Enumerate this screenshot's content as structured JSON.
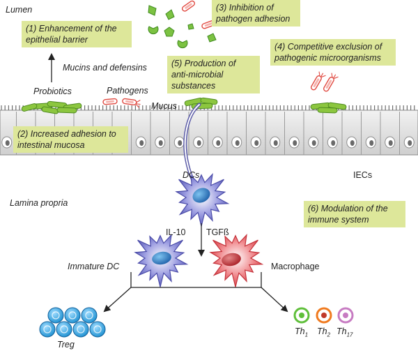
{
  "labels": {
    "lumen": "Lumen",
    "lamina_propria": "Lamina propria",
    "mucins_defensins": "Mucins and defensins",
    "probiotics": "Probiotics",
    "pathogens": "Pathogens",
    "mucus": "Mucus",
    "dcs": "DCs",
    "iecs": "IECs",
    "il10": "IL-10",
    "tgfb": "TGFß",
    "immature_dc": "Immature DC",
    "macrophage": "Macrophage",
    "treg": "Treg",
    "th1": "Th",
    "th1_sub": "1",
    "th2": "Th",
    "th2_sub": "2",
    "th17": "Th",
    "th17_sub": "17"
  },
  "mechanisms": {
    "m1": [
      "(1) Enhancement of the",
      "epithelial barrier"
    ],
    "m2": [
      "(2) Increased adhesion to",
      "intestinal mucosa"
    ],
    "m3": [
      "(3) Inhibition of",
      "pathogen adhesion"
    ],
    "m4": [
      "(4) Competitive exclusion of",
      "pathogenic microorganisms"
    ],
    "m5": [
      "(5) Production of",
      "anti-microbial",
      "substances"
    ],
    "m6": [
      "(6) Modulation of the",
      "immune system"
    ]
  },
  "colors": {
    "box": "#dde79a",
    "probiotic": "#8cc63f",
    "epithelium": "#e6e6e6",
    "dc": "#6a6bc4",
    "macrophage": "#e0484e",
    "treg": "#2fa7e0",
    "th1": "#5fbf3a",
    "th2": "#f07a1e",
    "th17": "#c77bc2"
  }
}
